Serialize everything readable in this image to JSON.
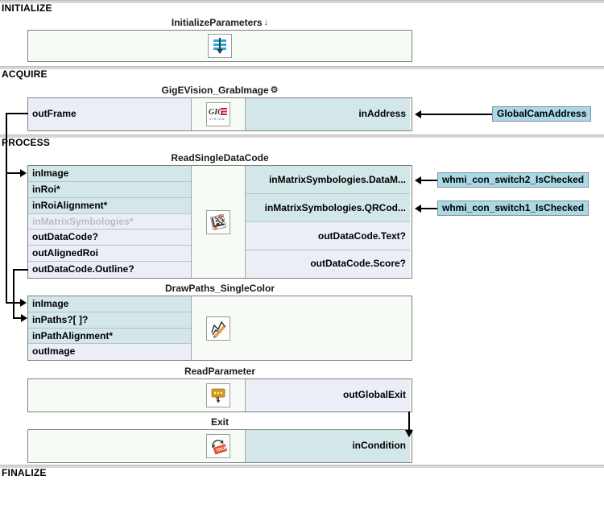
{
  "sections": [
    {
      "name": "INITIALIZE"
    },
    {
      "name": "ACQUIRE"
    },
    {
      "name": "PROCESS"
    },
    {
      "name": "FINALIZE"
    }
  ],
  "blocks": {
    "initialize_parameters": {
      "title": "InitializeParameters",
      "title_glyph": "↓",
      "icon": "initialize-parameters-icon",
      "left_ports": [],
      "right_ports": []
    },
    "gige_grab": {
      "title": "GigEVision_GrabImage",
      "title_glyph": "⚙",
      "icon": "gigevision-icon",
      "left_ports": [
        {
          "label": "outFrame",
          "kind": "out"
        }
      ],
      "right_ports": [
        {
          "label": "inAddress",
          "kind": "in"
        }
      ]
    },
    "read_single_datacode": {
      "title": "ReadSingleDataCode",
      "title_glyph": "",
      "icon": "datacode-icon",
      "left_ports": [
        {
          "label": "inImage",
          "kind": "in"
        },
        {
          "label": "inRoi*",
          "kind": "in"
        },
        {
          "label": "inRoiAlignment*",
          "kind": "in"
        },
        {
          "label": "inMatrixSymbologies*",
          "kind": "disabled"
        },
        {
          "label": "outDataCode?",
          "kind": "out"
        },
        {
          "label": "outAlignedRoi",
          "kind": "out"
        },
        {
          "label": "outDataCode.Outline?",
          "kind": "out"
        }
      ],
      "right_ports": [
        {
          "label": "inMatrixSymbologies.DataM...",
          "kind": "in"
        },
        {
          "label": "inMatrixSymbologies.QRCod...",
          "kind": "in"
        },
        {
          "label": "outDataCode.Text?",
          "kind": "out"
        },
        {
          "label": "outDataCode.Score?",
          "kind": "out"
        }
      ]
    },
    "draw_paths": {
      "title": "DrawPaths_SingleColor",
      "title_glyph": "",
      "icon": "draw-paths-icon",
      "left_ports": [
        {
          "label": "inImage",
          "kind": "in"
        },
        {
          "label": "inPaths?[ ]?",
          "kind": "in"
        },
        {
          "label": "inPathAlignment*",
          "kind": "in"
        },
        {
          "label": "outImage",
          "kind": "out"
        }
      ],
      "right_ports": []
    },
    "read_parameter": {
      "title": "ReadParameter",
      "title_glyph": "",
      "icon": "read-parameter-icon",
      "left_ports": [],
      "right_ports": [
        {
          "label": "outGlobalExit",
          "kind": "out"
        }
      ]
    },
    "exit": {
      "title": "Exit",
      "title_glyph": "",
      "icon": "exit-true-icon",
      "left_ports": [],
      "right_ports": [
        {
          "label": "inCondition",
          "kind": "in"
        }
      ]
    }
  },
  "global_variables": [
    {
      "name": "GlobalCamAddress"
    },
    {
      "name": "whmi_con_switch2_IsChecked"
    },
    {
      "name": "whmi_con_switch1_IsChecked"
    }
  ],
  "colors": {
    "input_port": "#d3e7e9",
    "output_port": "#eceef7",
    "block_fill": "#f7fbf6",
    "global_var": "#a9d9e6",
    "section_rule": "#d7d7d7",
    "disabled_text": "#bdbdbd",
    "wire": "#000000"
  }
}
